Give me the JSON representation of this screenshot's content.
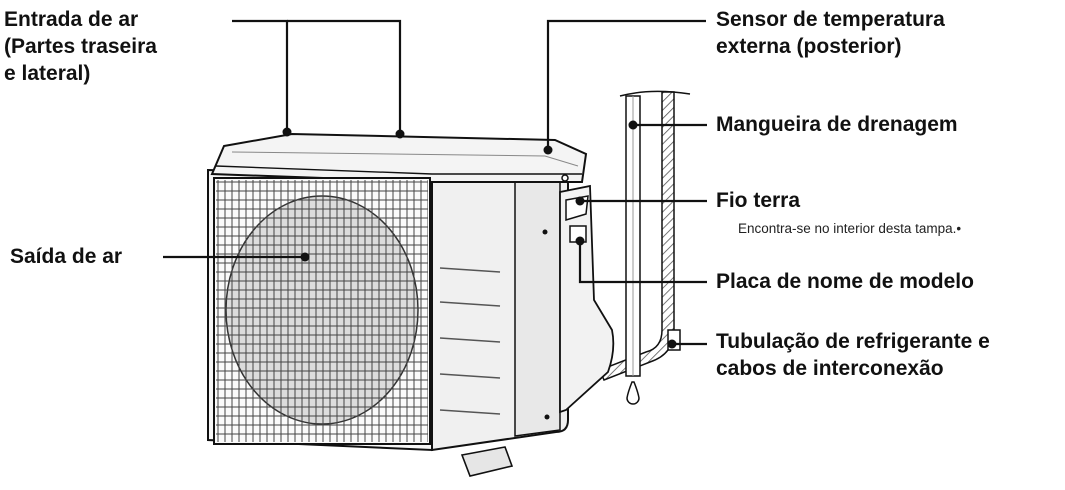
{
  "labels": {
    "air_inlet": [
      "Entrada de ar",
      "(Partes traseira",
      "e lateral)"
    ],
    "temp_sensor": [
      "Sensor de temperatura",
      "externa (posterior)"
    ],
    "drain_hose": "Mangueira de drenagem",
    "ground_wire": "Fio terra",
    "ground_wire_note": "Encontra-se no interior desta tampa.•",
    "air_outlet": "Saída de ar",
    "nameplate": "Placa de nome de modelo",
    "piping": [
      "Tubulação de refrigerante e",
      "cabos de interconexão"
    ]
  },
  "colors": {
    "line": "#111111",
    "unit_fill": "#f4f4f4",
    "unit_shadow": "#d6d6d6"
  }
}
